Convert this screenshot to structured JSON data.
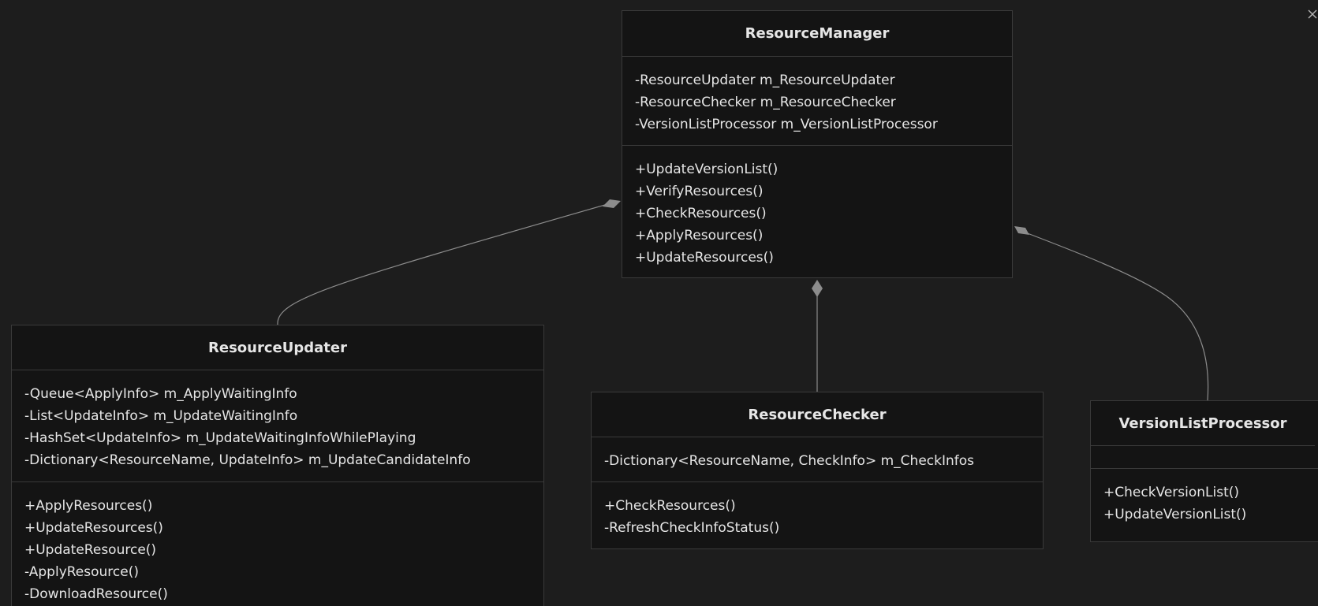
{
  "diagram": {
    "classes": {
      "resource_manager": {
        "name": "ResourceManager",
        "attributes": [
          "-ResourceUpdater m_ResourceUpdater",
          "-ResourceChecker m_ResourceChecker",
          "-VersionListProcessor m_VersionListProcessor"
        ],
        "methods": [
          "+UpdateVersionList()",
          "+VerifyResources()",
          "+CheckResources()",
          "+ApplyResources()",
          "+UpdateResources()"
        ]
      },
      "resource_updater": {
        "name": "ResourceUpdater",
        "attributes": [
          "-Queue<ApplyInfo> m_ApplyWaitingInfo",
          "-List<UpdateInfo> m_UpdateWaitingInfo",
          "-HashSet<UpdateInfo> m_UpdateWaitingInfoWhilePlaying",
          "-Dictionary<ResourceName, UpdateInfo> m_UpdateCandidateInfo"
        ],
        "methods": [
          "+ApplyResources()",
          "+UpdateResources()",
          "+UpdateResource()",
          "-ApplyResource()",
          "-DownloadResource()"
        ]
      },
      "resource_checker": {
        "name": "ResourceChecker",
        "attributes": [
          "-Dictionary<ResourceName, CheckInfo> m_CheckInfos"
        ],
        "methods": [
          "+CheckResources()",
          "-RefreshCheckInfoStatus()"
        ]
      },
      "version_list_processor": {
        "name": "VersionListProcessor",
        "attributes": [],
        "methods": [
          "+CheckVersionList()",
          "+UpdateVersionList()"
        ]
      }
    },
    "relations": [
      {
        "type": "composition",
        "from": "ResourceManager",
        "to": "ResourceUpdater"
      },
      {
        "type": "composition",
        "from": "ResourceManager",
        "to": "ResourceChecker"
      },
      {
        "type": "composition",
        "from": "ResourceManager",
        "to": "VersionListProcessor"
      }
    ],
    "colors": {
      "background": "#1d1d1d",
      "box_fill": "#141414",
      "box_border": "#3a3a3a",
      "text": "#e6e6e6",
      "connector": "#8c8c8c"
    }
  }
}
